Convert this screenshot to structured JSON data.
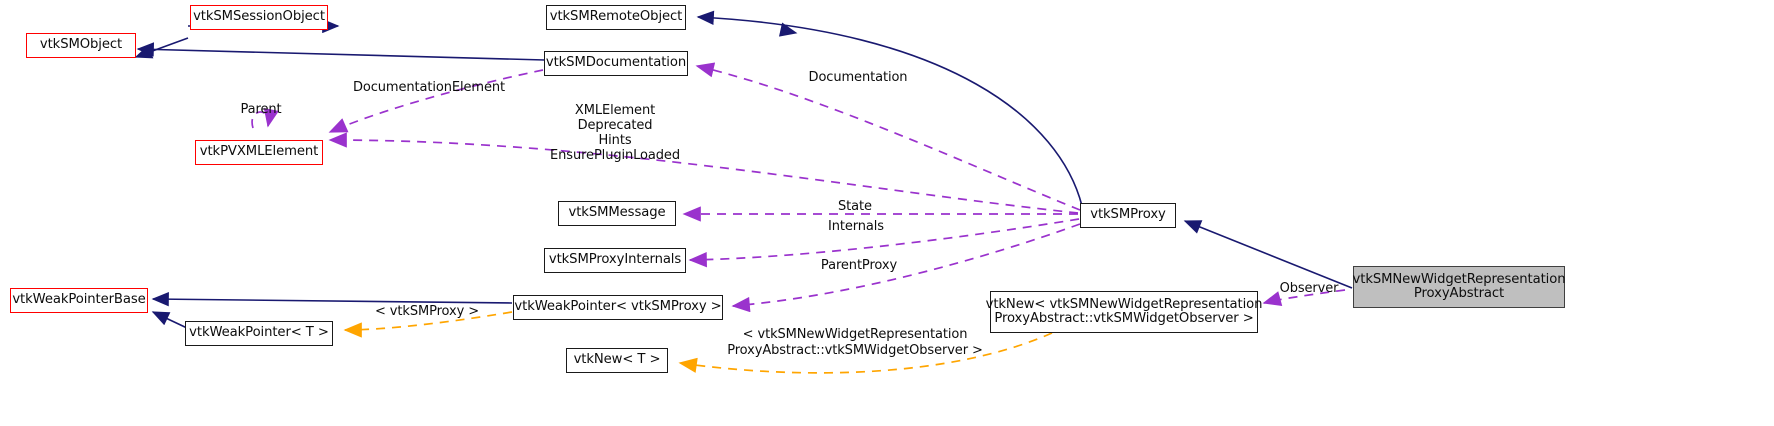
{
  "diagram": {
    "type": "collaboration-diagram",
    "title": "vtkSMNewWidgetRepresentationProxyAbstract collaboration graph",
    "colors": {
      "inheritance_arrow": "#191970",
      "composition_arrow": "#9a32cd",
      "template_arrow": "#ffa500",
      "base_class_border": "#ff0000",
      "normal_class_border": "#1a1a1a",
      "current_class_fill": "#bfbfbf",
      "current_class_border": "#404040",
      "background": "#ffffff",
      "text": "#0d0d0d"
    },
    "nodes": [
      {
        "id": "vtkSMObject",
        "label": "vtkSMObject",
        "style": "base"
      },
      {
        "id": "vtkSMSessionObject",
        "label": "vtkSMSessionObject",
        "style": "base"
      },
      {
        "id": "vtkSMRemoteObject",
        "label": "vtkSMRemoteObject",
        "style": "normal"
      },
      {
        "id": "vtkSMDocumentation",
        "label": "vtkSMDocumentation",
        "style": "normal"
      },
      {
        "id": "vtkPVXMLElement",
        "label": "vtkPVXMLElement",
        "style": "base"
      },
      {
        "id": "vtkSMMessage",
        "label": "vtkSMMessage",
        "style": "normal"
      },
      {
        "id": "vtkSMProxyInternals",
        "label": "vtkSMProxyInternals",
        "style": "normal"
      },
      {
        "id": "vtkSMProxy",
        "label": "vtkSMProxy",
        "style": "normal"
      },
      {
        "id": "vtkWeakPointerBase",
        "label": "vtkWeakPointerBase",
        "style": "base"
      },
      {
        "id": "vtkWeakPointerT",
        "label": "vtkWeakPointer< T >",
        "style": "normal"
      },
      {
        "id": "vtkWeakPointerProxy",
        "label": "vtkWeakPointer< vtkSMProxy >",
        "style": "normal"
      },
      {
        "id": "vtkNewT",
        "label": "vtkNew< T >",
        "style": "normal"
      },
      {
        "id": "vtkNewObserver",
        "label": "vtkNew< vtkSMNewWidgetRepresentation\nProxyAbstract::vtkSMWidgetObserver >",
        "style": "normal"
      },
      {
        "id": "current",
        "label": "vtkSMNewWidgetRepresentation\nProxyAbstract",
        "style": "current"
      }
    ],
    "edge_labels": [
      {
        "id": "documentation_element",
        "text": "DocumentationElement"
      },
      {
        "id": "parent",
        "text": "Parent"
      },
      {
        "id": "documentation",
        "text": "Documentation"
      },
      {
        "id": "xml_group",
        "text": "XMLElement\nDeprecated\nHints\nEnsurePluginLoaded"
      },
      {
        "id": "state",
        "text": "State"
      },
      {
        "id": "internals",
        "text": "Internals"
      },
      {
        "id": "parent_proxy",
        "text": "ParentProxy"
      },
      {
        "id": "observer",
        "text": "Observer"
      },
      {
        "id": "tmpl_proxy",
        "text": "< vtkSMProxy >"
      },
      {
        "id": "tmpl_observer",
        "text": "< vtkSMNewWidgetRepresentation\nProxyAbstract::vtkSMWidgetObserver >"
      }
    ]
  }
}
